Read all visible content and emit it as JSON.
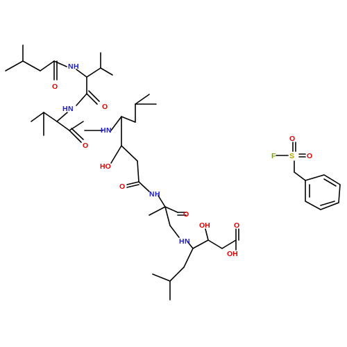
{
  "colors": {
    "bond": "#000000",
    "nitrogen": "#1a1ad6",
    "oxygen": "#e10000",
    "sulfur": "#b8a000",
    "fluorine": "#7a9f1a"
  },
  "atoms": {
    "nh1": "N",
    "h1": "H",
    "o1": "O",
    "nh2": "N",
    "h2": "H",
    "o2": "O",
    "nh3": "N",
    "h3": "H",
    "o3": "O",
    "ho1": "HO",
    "o4": "O",
    "nh4": "N",
    "h4": "H",
    "o5": "O",
    "nh5": "N",
    "h5": "H",
    "oh2": "OH",
    "o6": "O",
    "oh3": "OH",
    "f": "F",
    "s": "S",
    "os1": "O",
    "os2": "O"
  }
}
